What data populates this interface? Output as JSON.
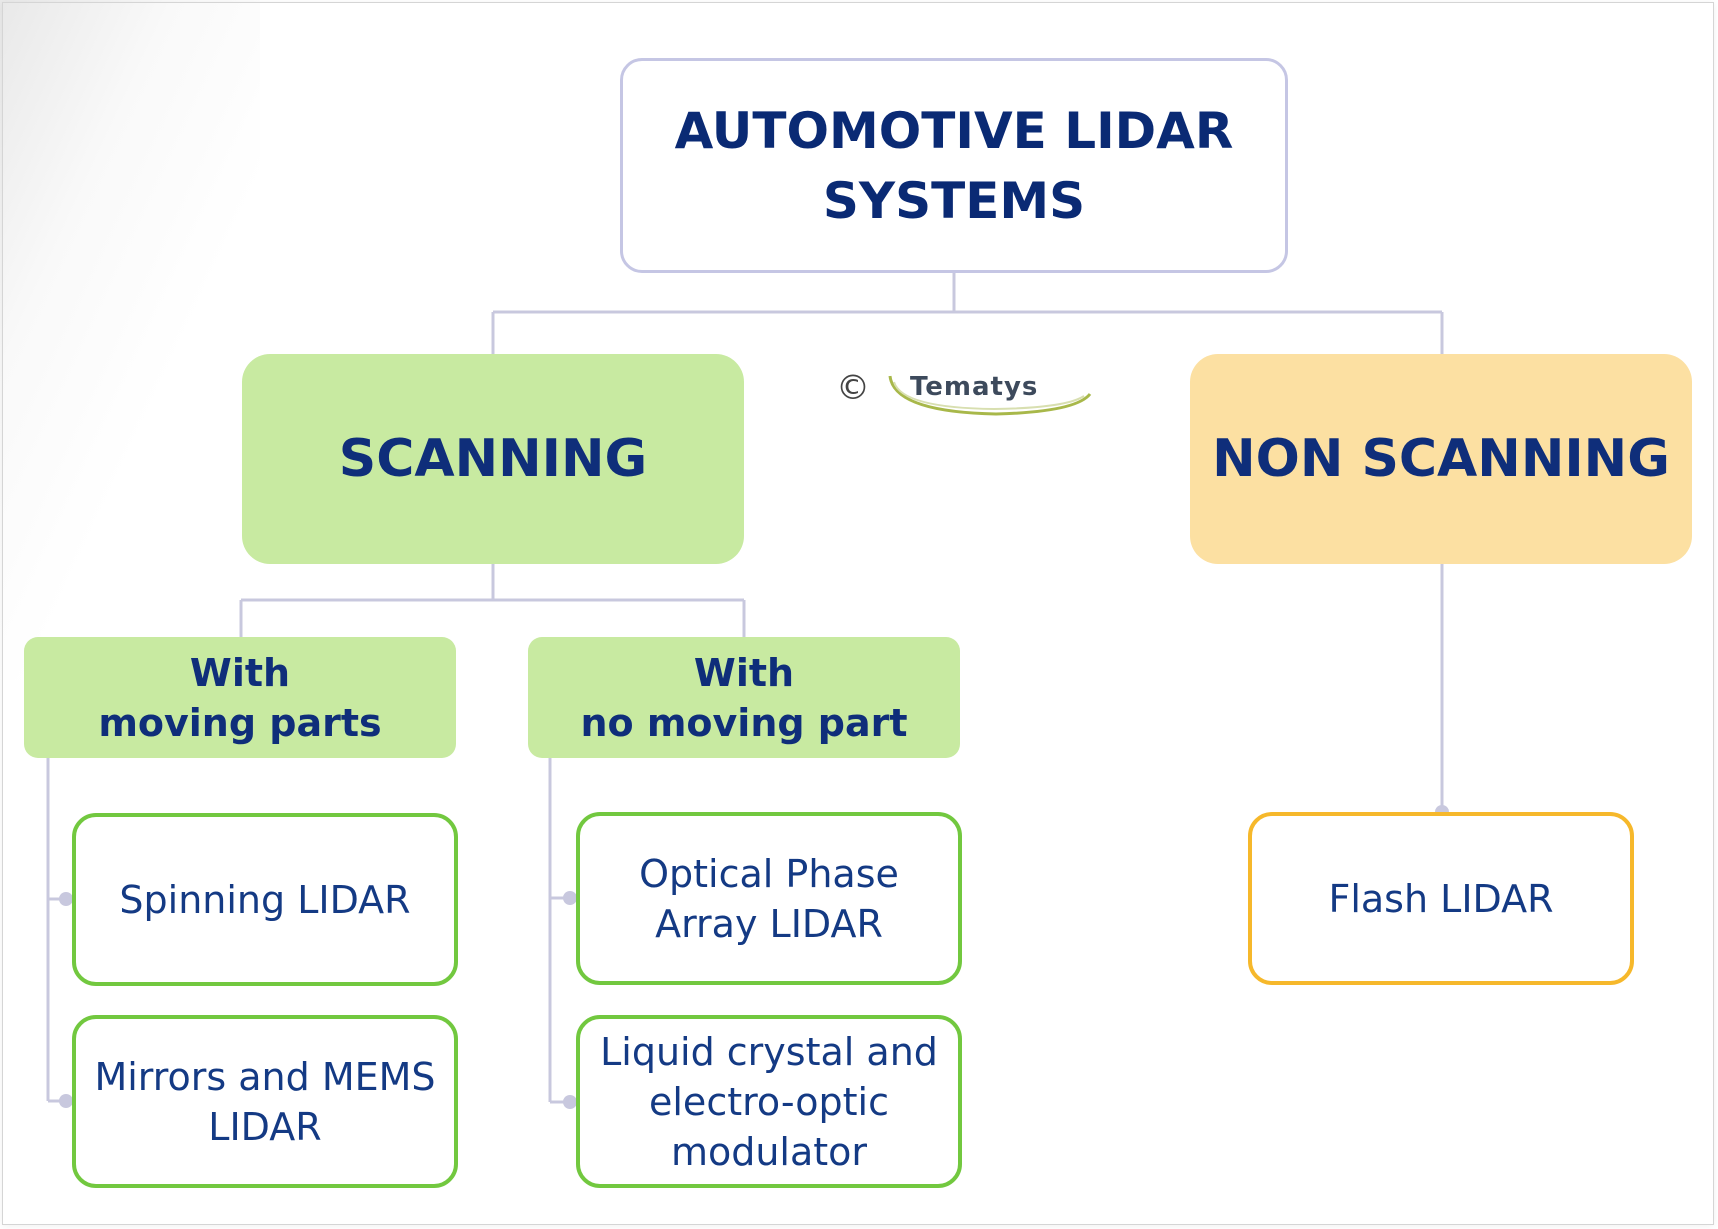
{
  "diagram": {
    "root": {
      "label": "AUTOMOTIVE LIDAR\nSYSTEMS"
    },
    "categories": [
      {
        "label": "SCANNING"
      },
      {
        "label": "NON SCANNING"
      }
    ],
    "subcategories": [
      {
        "label": "With\nmoving parts"
      },
      {
        "label": "With\nno moving part"
      }
    ],
    "leaves": [
      {
        "label": "Spinning LIDAR"
      },
      {
        "label": "Mirrors and MEMS\nLIDAR"
      },
      {
        "label": "Optical Phase\nArray LIDAR"
      },
      {
        "label": "Liquid crystal and\nelectro-optic\nmodulator"
      },
      {
        "label": "Flash LIDAR"
      }
    ],
    "watermark": {
      "copyright": "©",
      "brand": "Tematys"
    },
    "colors": {
      "text": "#0f2e7a",
      "root_border": "#c5c6e4",
      "connector": "#c8c8de",
      "scanning_fill": "#c8eaa1",
      "non_scanning_fill": "#fce0a2",
      "leaf_green_border": "#72c83f",
      "leaf_orange_border": "#f6b82b"
    }
  }
}
